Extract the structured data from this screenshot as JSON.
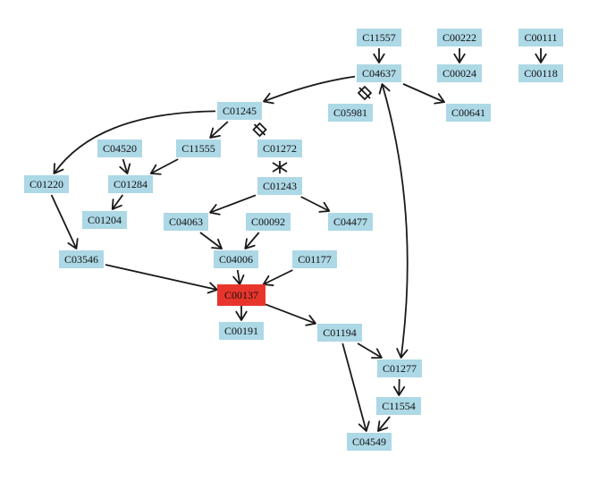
{
  "colors": {
    "node_fill": "#add8e6",
    "highlight_fill": "#e8352b",
    "edge": "#1a1a1a",
    "background": "#ffffff"
  },
  "nodes": [
    {
      "id": "C11557",
      "label": "C11557"
    },
    {
      "id": "C00222",
      "label": "C00222"
    },
    {
      "id": "C00111",
      "label": "C00111"
    },
    {
      "id": "C04637",
      "label": "C04637"
    },
    {
      "id": "C00024",
      "label": "C00024"
    },
    {
      "id": "C00118",
      "label": "C00118"
    },
    {
      "id": "C05981",
      "label": "C05981"
    },
    {
      "id": "C00641",
      "label": "C00641"
    },
    {
      "id": "C01245",
      "label": "C01245"
    },
    {
      "id": "C04520",
      "label": "C04520"
    },
    {
      "id": "C11555",
      "label": "C11555"
    },
    {
      "id": "C01272",
      "label": "C01272"
    },
    {
      "id": "C01220",
      "label": "C01220"
    },
    {
      "id": "C01284",
      "label": "C01284"
    },
    {
      "id": "C01243",
      "label": "C01243"
    },
    {
      "id": "C01204",
      "label": "C01204"
    },
    {
      "id": "C04063",
      "label": "C04063"
    },
    {
      "id": "C00092",
      "label": "C00092"
    },
    {
      "id": "C04477",
      "label": "C04477"
    },
    {
      "id": "C03546",
      "label": "C03546"
    },
    {
      "id": "C04006",
      "label": "C04006"
    },
    {
      "id": "C01177",
      "label": "C01177"
    },
    {
      "id": "C00137",
      "label": "C00137",
      "highlight": true
    },
    {
      "id": "C00191",
      "label": "C00191"
    },
    {
      "id": "C01194",
      "label": "C01194"
    },
    {
      "id": "C01277",
      "label": "C01277"
    },
    {
      "id": "C11554",
      "label": "C11554"
    },
    {
      "id": "C04549",
      "label": "C04549"
    }
  ],
  "edges": [
    {
      "from": "C11557",
      "to": "C04637"
    },
    {
      "from": "C00222",
      "to": "C00024"
    },
    {
      "from": "C00111",
      "to": "C00118"
    },
    {
      "from": "C04637",
      "to": "C05981",
      "style": "diamond"
    },
    {
      "from": "C04637",
      "to": "C00641"
    },
    {
      "from": "C04637",
      "to": "C01245"
    },
    {
      "from": "C04637",
      "to": "C01277",
      "bidirectional": true
    },
    {
      "from": "C01245",
      "to": "C01220"
    },
    {
      "from": "C01245",
      "to": "C11555"
    },
    {
      "from": "C01245",
      "to": "C01272",
      "style": "diamond"
    },
    {
      "from": "C04520",
      "to": "C01284"
    },
    {
      "from": "C11555",
      "to": "C01284"
    },
    {
      "from": "C01284",
      "to": "C01204"
    },
    {
      "from": "C01272",
      "to": "C01243",
      "style": "crossed"
    },
    {
      "from": "C01243",
      "to": "C04063"
    },
    {
      "from": "C01243",
      "to": "C04477"
    },
    {
      "from": "C01220",
      "to": "C03546"
    },
    {
      "from": "C04063",
      "to": "C04006"
    },
    {
      "from": "C00092",
      "to": "C04006"
    },
    {
      "from": "C04006",
      "to": "C00137"
    },
    {
      "from": "C01177",
      "to": "C00137"
    },
    {
      "from": "C03546",
      "to": "C00137"
    },
    {
      "from": "C00137",
      "to": "C00191"
    },
    {
      "from": "C00137",
      "to": "C01194"
    },
    {
      "from": "C01194",
      "to": "C01277"
    },
    {
      "from": "C01194",
      "to": "C04549"
    },
    {
      "from": "C01277",
      "to": "C11554"
    },
    {
      "from": "C11554",
      "to": "C04549"
    }
  ]
}
